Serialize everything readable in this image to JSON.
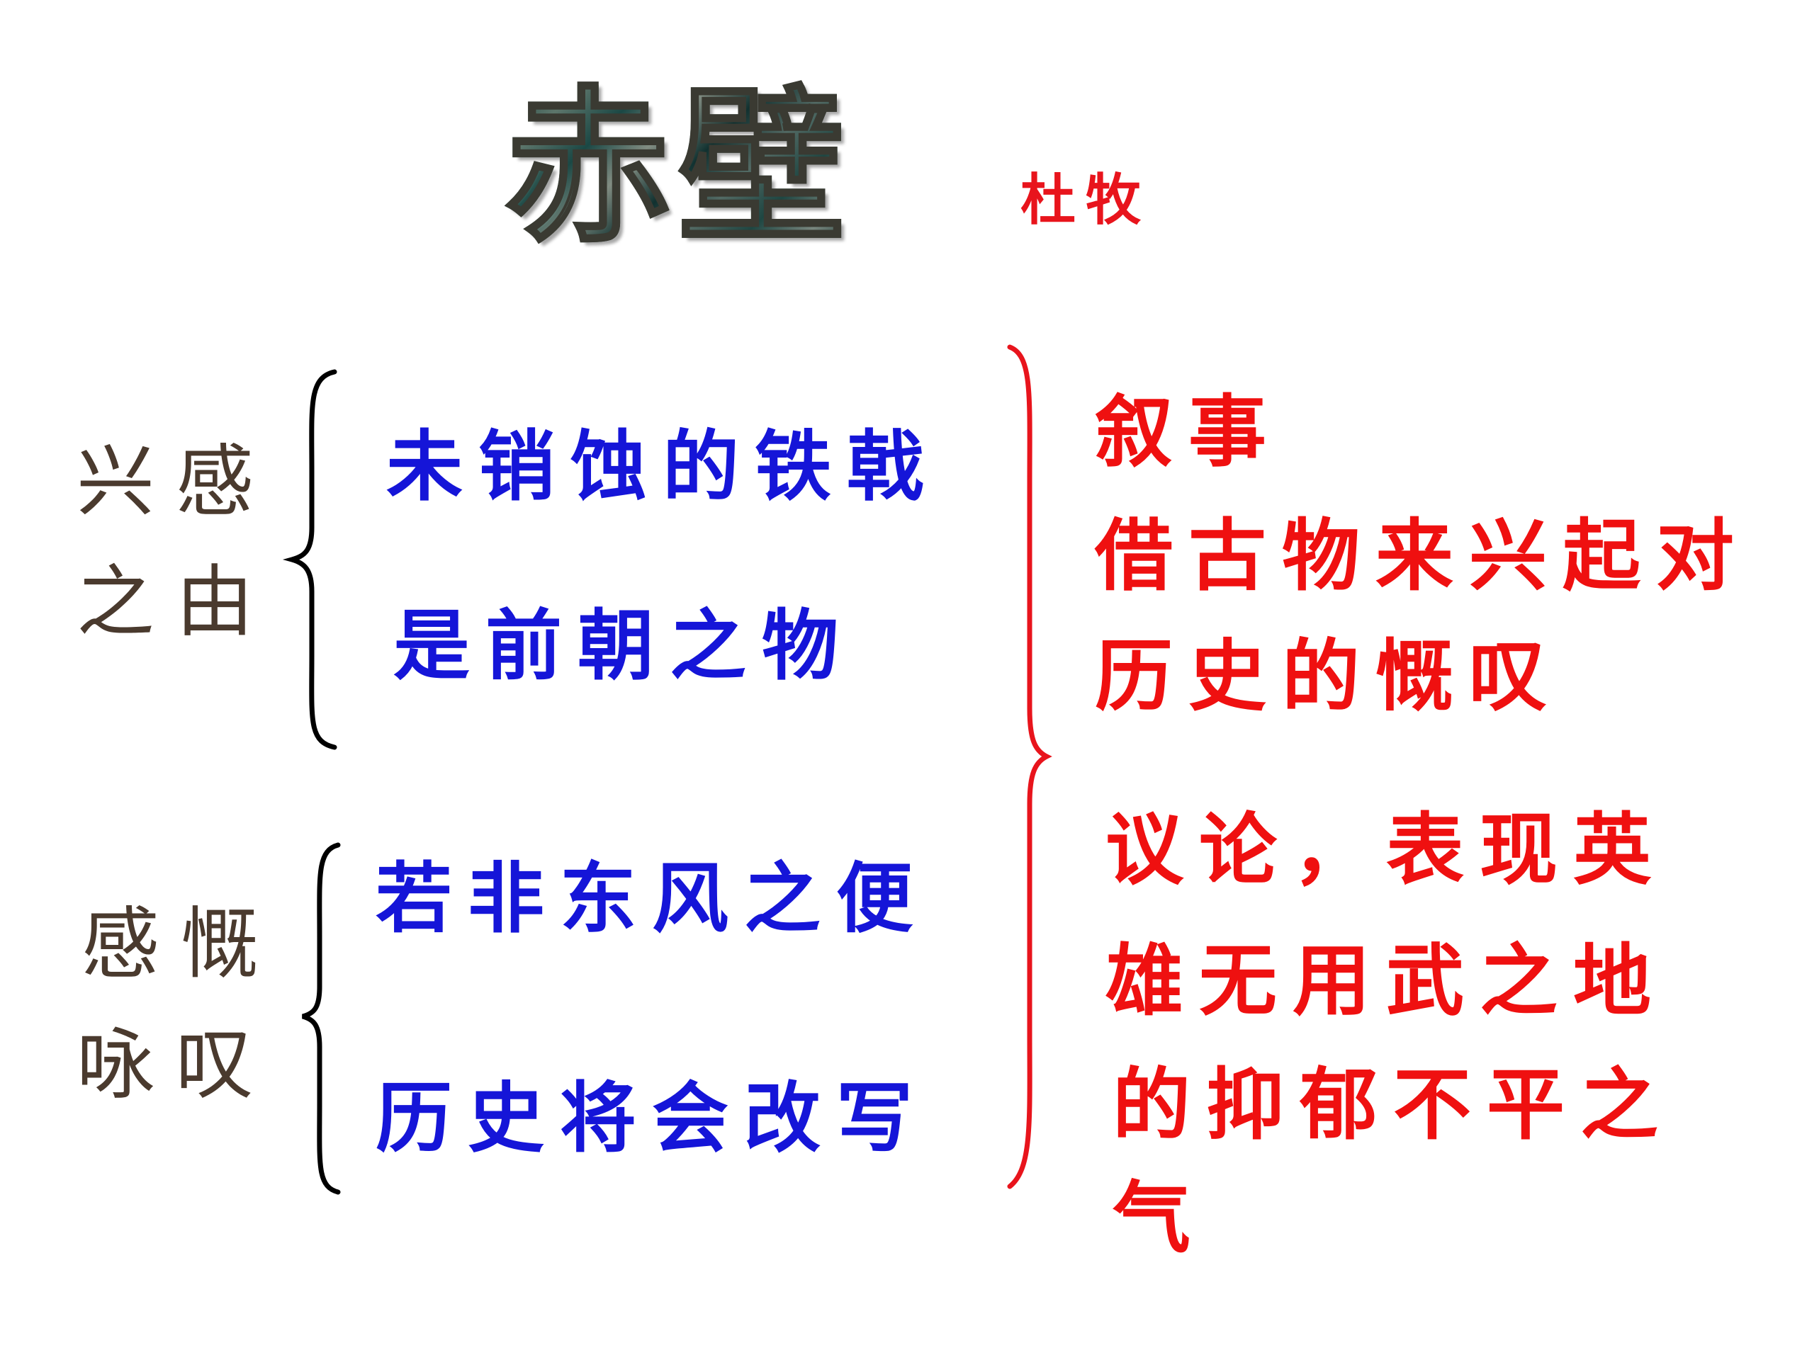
{
  "title": "赤壁",
  "author": "杜牧",
  "sections": [
    {
      "label_line1": "兴感",
      "label_line2": "之由",
      "items": [
        "未销蚀的铁戟",
        "是前朝之物"
      ]
    },
    {
      "label_line1": "感慨",
      "label_line2": "咏叹",
      "items": [
        "若非东风之便",
        "历史将会改写"
      ]
    }
  ],
  "analysis": {
    "narration": {
      "lines": [
        "叙事",
        "借古物来兴起对",
        "历史的慨叹"
      ]
    },
    "argument": {
      "lines": [
        "议论，表现英",
        "雄无用武之地",
        "的抑郁不平之",
        "气"
      ]
    }
  },
  "colors": {
    "label": "#4a3a2e",
    "item": "#1515d8",
    "analysis": "#ef1010",
    "left_brace": "#000000",
    "right_brace": "#e8141c"
  }
}
